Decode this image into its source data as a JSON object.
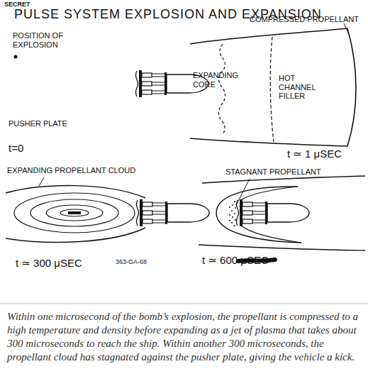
{
  "diagram": {
    "title": "PULSE SYSTEM EXPLOSION AND EXPANSION",
    "caption": "Within one microsecond of the bomb’s explosion, the propellant is compressed to a high temperature and density before expanding as a jet of plasma that takes about 300 microseconds to reach the ship. Within another 300 microseconds, the propellant cloud has stagnated against the pusher plate, giving the vehicle a kick.",
    "labels": [
      "SECRET",
      "POSITION OF EXPLOSION",
      "PUSHER PLATE",
      "t=0",
      "COMPRESSED PROPELLANT",
      "EXPANDING CORE",
      "HOT CHANNEL FILLER",
      "t ≃ 1 μSEC",
      "EXPANDING PROPELLANT CLOUD",
      "t ≃ 300 μSEC",
      "363-GA-68",
      "STAGNANT PROPELLANT",
      "t ≃ 600 μSEC"
    ]
  }
}
